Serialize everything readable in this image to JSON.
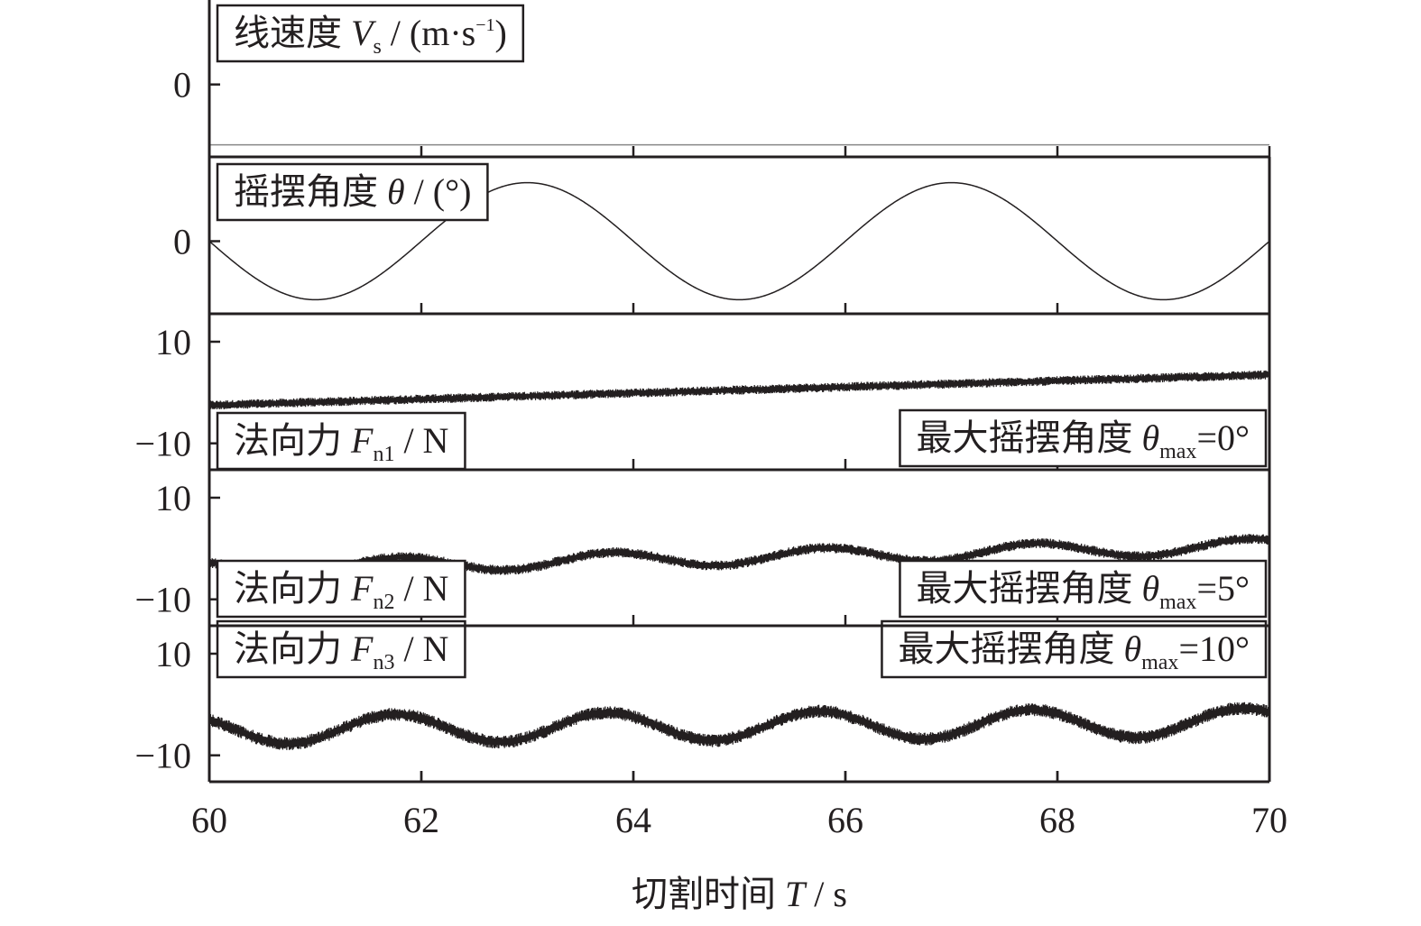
{
  "chart_data": [
    {
      "type": "line",
      "panel": "velocity",
      "label": {
        "prefix": "线速度 ",
        "var": "V",
        "sub": "s",
        "mid": " / (m·s",
        "sup": "−1",
        "suffix": ")"
      },
      "yticks": [
        {
          "value": 0,
          "label": "0"
        }
      ],
      "ylim": [
        -1.2,
        1.4
      ],
      "x": [
        60,
        70
      ],
      "series": [
        {
          "values": [
            -1.0,
            -1.0
          ]
        }
      ]
    },
    {
      "type": "line",
      "panel": "swing-angle",
      "label": {
        "prefix": "摇摆角度 ",
        "var": "θ",
        "mid": " / (°)"
      },
      "yticks": [
        {
          "value": 0,
          "label": "0"
        }
      ],
      "ylim": [
        -6.2,
        7.2
      ],
      "x_range": [
        60,
        70
      ],
      "wave": {
        "amplitude": 5,
        "period": 4,
        "phase_start": 60,
        "direction": "descending"
      }
    },
    {
      "type": "line",
      "panel": "normal-force-1",
      "label": {
        "prefix": "法向力 ",
        "var": "F",
        "sub": "n1",
        "mid": " / N"
      },
      "note": {
        "prefix": "最大摇摆角度 ",
        "var": "θ",
        "sub": "max",
        "suffix": "=0°"
      },
      "yticks": [
        {
          "value": 10,
          "label": "10"
        },
        {
          "value": -10,
          "label": "−10"
        }
      ],
      "ylim": [
        -15.2,
        15.5
      ],
      "x_range": [
        60,
        70
      ],
      "signal": {
        "trend_start": -2.5,
        "trend_end": 3.5,
        "wave_amplitude": 0,
        "noise": 0.9
      }
    },
    {
      "type": "line",
      "panel": "normal-force-2",
      "label": {
        "prefix": "法向力 ",
        "var": "F",
        "sub": "n2",
        "mid": " / N"
      },
      "note": {
        "prefix": "最大摇摆角度 ",
        "var": "θ",
        "sub": "max",
        "suffix": "=5°"
      },
      "yticks": [
        {
          "value": 10,
          "label": "10"
        },
        {
          "value": -10,
          "label": "−10"
        }
      ],
      "ylim": [
        -15.2,
        15.5
      ],
      "x_range": [
        60,
        70
      ],
      "signal": {
        "trend_start": -4.0,
        "trend_end": 0.5,
        "wave_amplitude": 1.5,
        "wave_period": 2.0,
        "wave_peak_at": 63.8,
        "noise": 1.0
      }
    },
    {
      "type": "line",
      "panel": "normal-force-3",
      "label": {
        "prefix": "法向力 ",
        "var": "F",
        "sub": "n3",
        "mid": " / N"
      },
      "note": {
        "prefix": "最大摇摆角度 ",
        "var": "θ",
        "sub": "max",
        "suffix": "=10°"
      },
      "yticks": [
        {
          "value": 10,
          "label": "10"
        },
        {
          "value": -10,
          "label": "−10"
        }
      ],
      "ylim": [
        -15.2,
        15.5
      ],
      "x_range": [
        60,
        70
      ],
      "signal": {
        "trend_start": -5.0,
        "trend_end": -3.5,
        "wave_amplitude": 2.8,
        "wave_period": 2.0,
        "wave_peak_at": 61.75,
        "noise": 1.3
      }
    }
  ],
  "x_axis": {
    "ticks": [
      60,
      62,
      64,
      66,
      68,
      70
    ],
    "tick_labels": [
      "60",
      "62",
      "64",
      "66",
      "68",
      "70"
    ],
    "range": [
      60,
      70
    ],
    "title": {
      "prefix": "切割时间 ",
      "var": "T",
      "suffix": " / s"
    }
  },
  "colors": {
    "ink": "#231f20",
    "velocity_line": "#888888"
  }
}
